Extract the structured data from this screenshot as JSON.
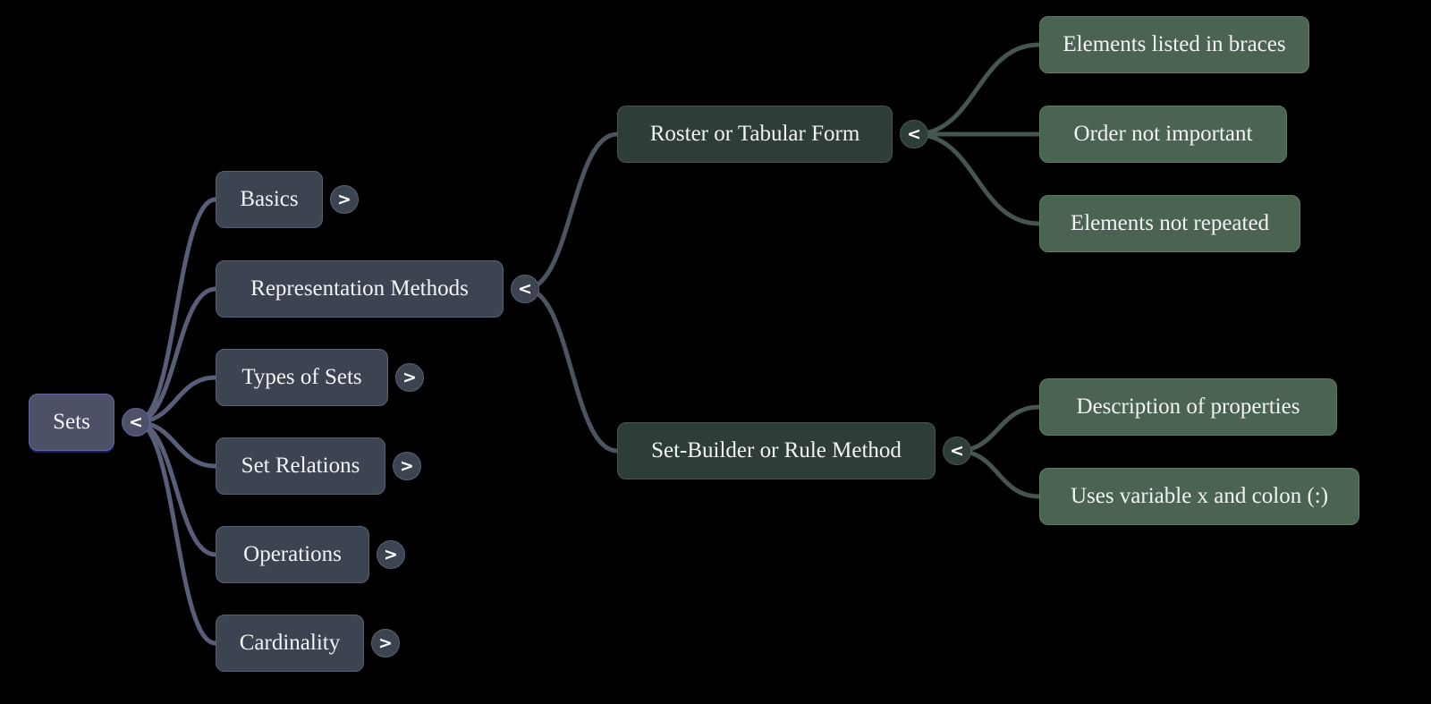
{
  "theme": {
    "background": "#000000",
    "root-fill": "#4d5168",
    "root-edge": "#585d78",
    "level1-fill": "#3d4451",
    "level1-edge": "#4c5361",
    "level2-fill": "#2e3d36",
    "level2-edge": "#46554d",
    "level3-fill": "#4b6351",
    "text-color": "#f2f3f5"
  },
  "nodes": {
    "root": {
      "label": "Sets",
      "toggle": "<"
    },
    "basics": {
      "label": "Basics",
      "toggle": ">"
    },
    "representation": {
      "label": "Representation Methods",
      "toggle": "<"
    },
    "types": {
      "label": "Types of Sets",
      "toggle": ">"
    },
    "relations": {
      "label": "Set Relations",
      "toggle": ">"
    },
    "operations": {
      "label": "Operations",
      "toggle": ">"
    },
    "cardinality": {
      "label": "Cardinality",
      "toggle": ">"
    },
    "roster": {
      "label": "Roster or Tabular Form",
      "toggle": "<"
    },
    "setbuilder": {
      "label": "Set-Builder or Rule Method",
      "toggle": "<"
    },
    "braces": {
      "label": "Elements listed in braces"
    },
    "order": {
      "label": "Order not important"
    },
    "repeated": {
      "label": "Elements not repeated"
    },
    "description": {
      "label": "Description of properties"
    },
    "variable": {
      "label": "Uses variable x and colon (:)"
    }
  }
}
